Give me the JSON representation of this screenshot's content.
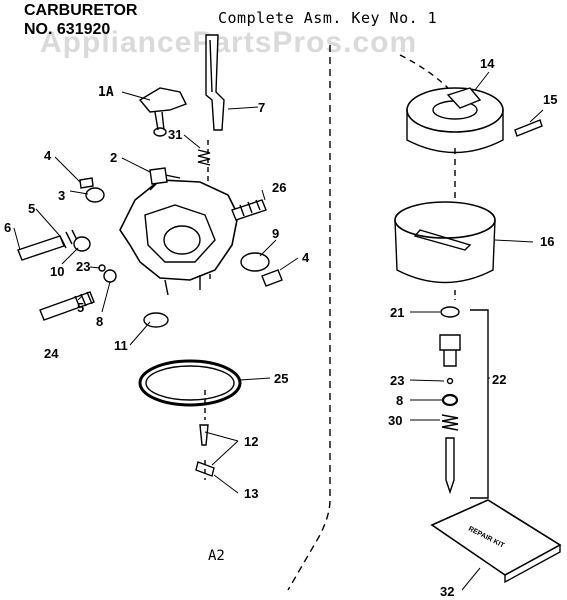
{
  "header": {
    "title_line1": "CARBURETOR",
    "title_line2": "NO. 631920",
    "subtitle": "Complete Asm. Key No. 1",
    "watermark": "AppliancePartsPros.com"
  },
  "figure_label": "A2",
  "kit_text": "REPAIR KIT",
  "callouts": {
    "c1A": "1A",
    "c2": "2",
    "c3": "3",
    "c4a": "4",
    "c4b": "4",
    "c5a": "5",
    "c5b": "5",
    "c6": "6",
    "c7": "7",
    "c8a": "8",
    "c8b": "8",
    "c9": "9",
    "c10": "10",
    "c11": "11",
    "c12": "12",
    "c13": "13",
    "c14": "14",
    "c15": "15",
    "c16": "16",
    "c21": "21",
    "c22": "22",
    "c23a": "23",
    "c23b": "23",
    "c24": "24",
    "c25": "25",
    "c26": "26",
    "c30": "30",
    "c31": "31",
    "c32": "32"
  },
  "colors": {
    "ink": "#000000",
    "paper": "#ffffff",
    "watermark": "#969696"
  }
}
